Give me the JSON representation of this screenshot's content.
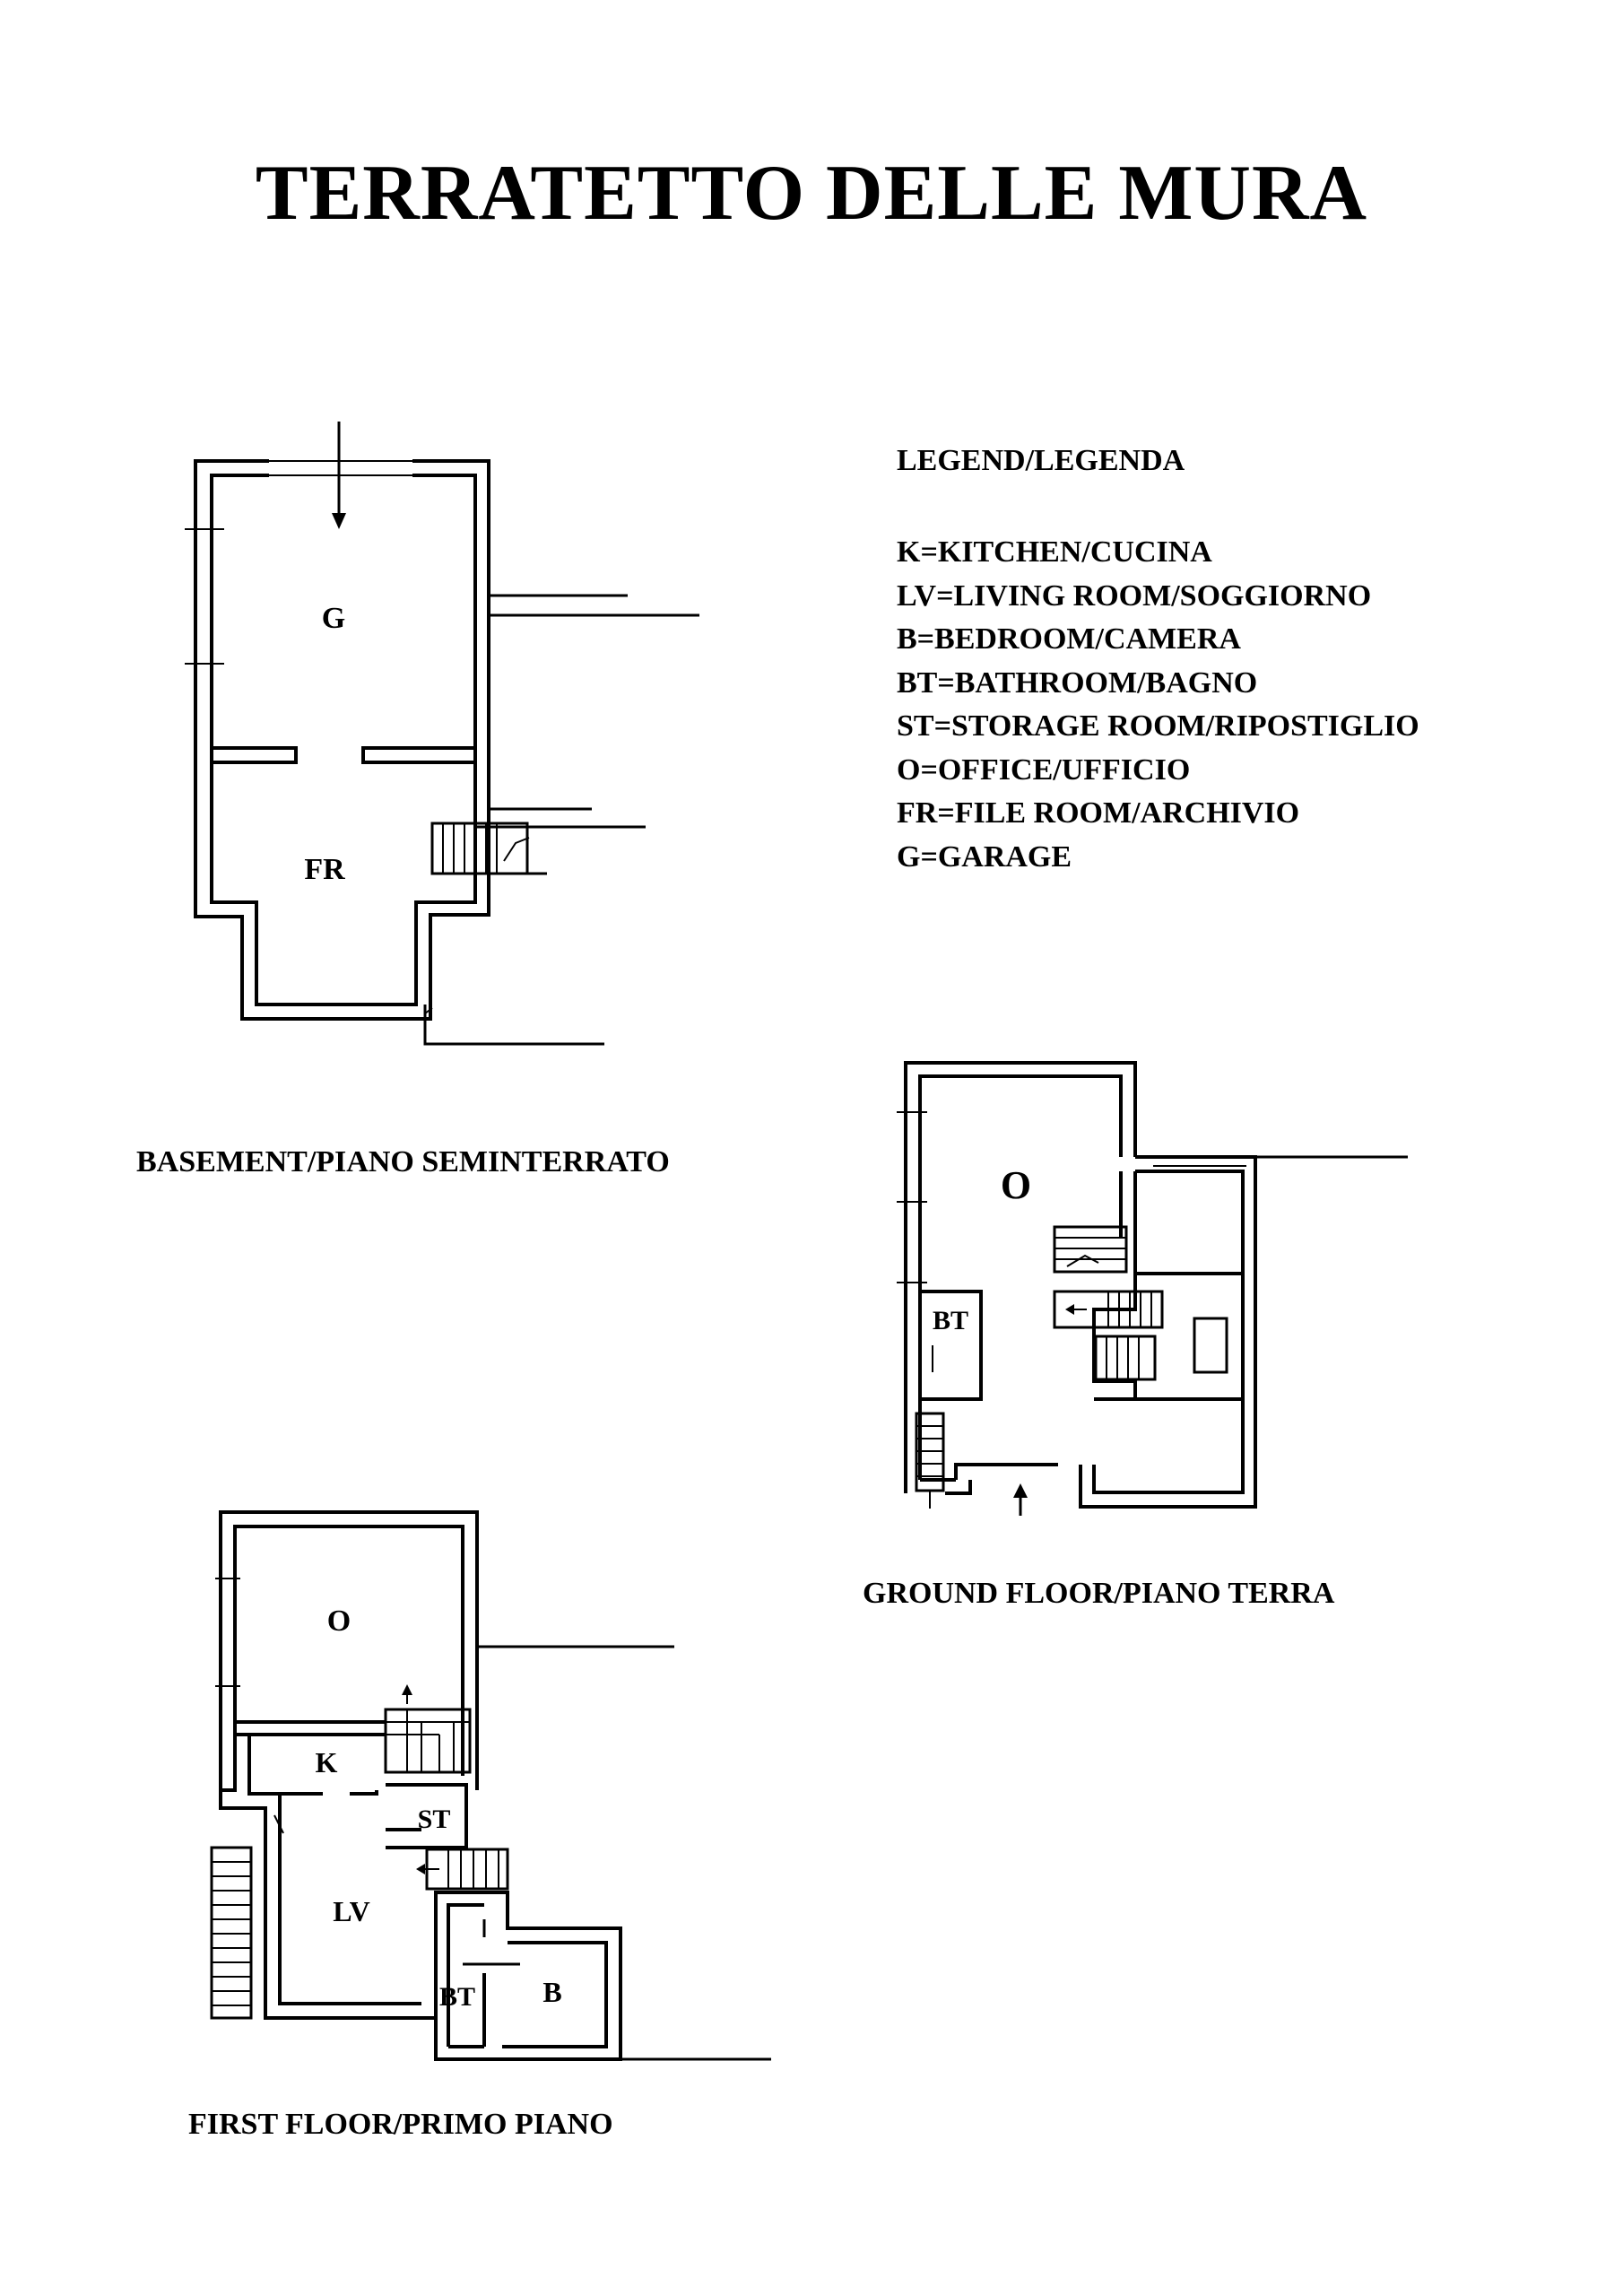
{
  "title": "TERRATETTO DELLE MURA",
  "legend": {
    "title": "LEGEND/LEGENDA",
    "items": [
      "K=KITCHEN/CUCINA",
      "LV=LIVING ROOM/SOGGIORNO",
      "B=BEDROOM/CAMERA",
      "BT=BATHROOM/BAGNO",
      "ST=STORAGE ROOM/RIPOSTIGLIO",
      "O=OFFICE/UFFICIO",
      "FR=FILE ROOM/ARCHIVIO",
      "G=GARAGE"
    ]
  },
  "floors": {
    "basement": {
      "caption": "BASEMENT/PIANO SEMINTERRATO",
      "rooms": {
        "garage": "G",
        "file_room": "FR"
      }
    },
    "ground": {
      "caption": "GROUND FLOOR/PIANO TERRA",
      "rooms": {
        "office": "O",
        "bathroom": "BT"
      }
    },
    "first": {
      "caption": "FIRST FLOOR/PRIMO PIANO",
      "rooms": {
        "office": "O",
        "kitchen": "K",
        "storage": "ST",
        "living": "LV",
        "bathroom": "BT",
        "bedroom": "B"
      }
    }
  }
}
